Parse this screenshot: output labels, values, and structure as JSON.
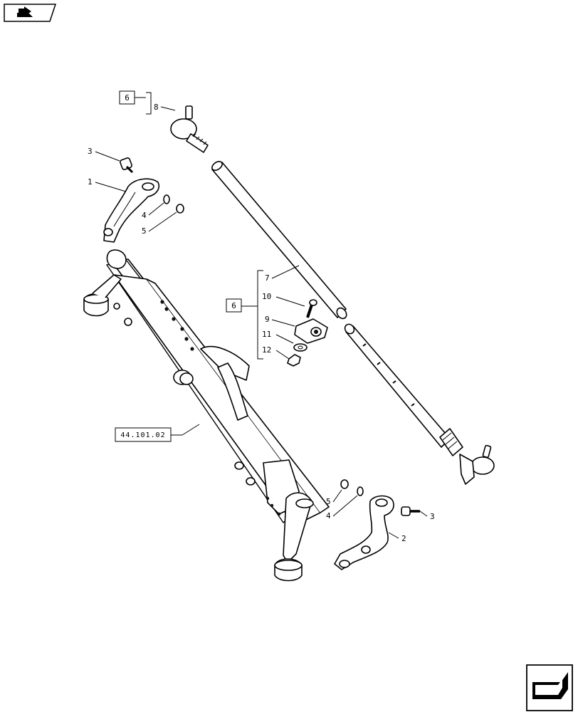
{
  "nav": {
    "back_icon": "back-arrow-icon",
    "next_icon": "next-arrow-icon"
  },
  "callouts": {
    "tie_rod_end_group_ref": "6",
    "clamp_group_ref": "6",
    "axle_ref": "44.101.02",
    "items": {
      "steering_arm_left": "1",
      "steering_arm_right": "2",
      "bolt_left": "3",
      "bolt_right": "3",
      "washer_left": "4",
      "washer_right": "4",
      "nut_left": "5",
      "nut_right": "5",
      "tie_rod_end_top": "8",
      "tie_rod_tube": "7",
      "clamp_bolt": "10",
      "clamp": "9",
      "clamp_washer": "11",
      "clamp_nut": "12"
    }
  }
}
